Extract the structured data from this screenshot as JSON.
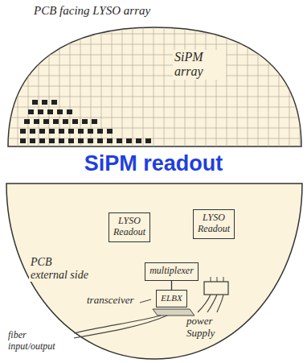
{
  "diagram": {
    "title": "SiPM readout",
    "nodes": [
      {
        "text": [
          "PCB facing LYSO array",
          "SiPM array"
        ]
      },
      {
        "text": [
          "PCB external side"
        ]
      },
      {
        "text": [
          "LYSO Readout"
        ],
        "in": 1
      },
      {
        "text": [
          "LYSO Readout"
        ],
        "in": 1
      },
      {
        "text": [
          "multiplexer"
        ],
        "in": 1
      },
      {
        "text": [
          "ELBX"
        ],
        "in": 1
      }
    ],
    "edges": [
      {
        "from": 4,
        "to": 5,
        "arrow": "none"
      }
    ],
    "labels": [
      "transceiver",
      "power Supply",
      "fiber input/output"
    ]
  }
}
